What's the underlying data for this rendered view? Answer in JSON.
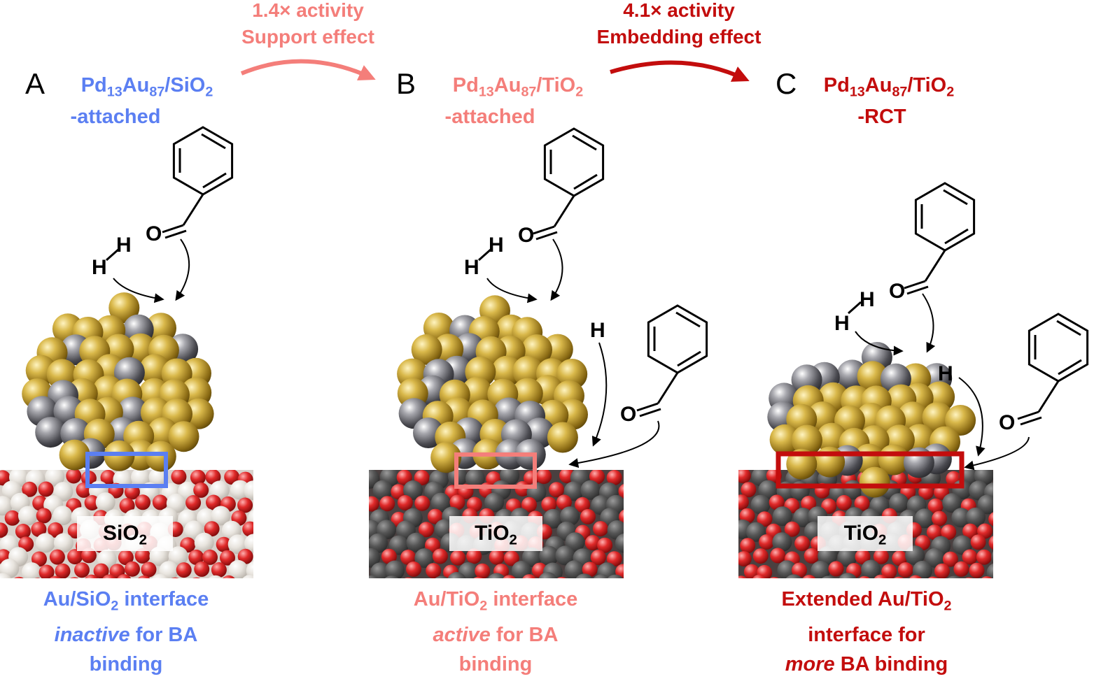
{
  "arrows": {
    "support": {
      "line1": "1.4× activity",
      "line2": "Support effect",
      "color": "#f47e7a"
    },
    "embedding": {
      "line1": "4.1× activity",
      "line2": "Embedding effect",
      "color": "#c30d0d"
    }
  },
  "panels": [
    {
      "letter": "A",
      "formula": {
        "pd": "Pd",
        "pd_sub": "13",
        "au": "Au",
        "au_sub": "87",
        "support": "/SiO",
        "support_sub": "2"
      },
      "variant": "-attached",
      "support_box": {
        "main": "SiO",
        "sub": "2"
      },
      "caption": {
        "l1a": "Au/SiO",
        "l1sub": "2",
        "l1b": " interface",
        "l2a": "inactive",
        "l2b": " for BA",
        "l3": "binding"
      },
      "color": "#5b7ff2"
    },
    {
      "letter": "B",
      "formula": {
        "pd": "Pd",
        "pd_sub": "13",
        "au": "Au",
        "au_sub": "87",
        "support": "/TiO",
        "support_sub": "2"
      },
      "variant": "-attached",
      "support_box": {
        "main": "TiO",
        "sub": "2"
      },
      "caption": {
        "l1a": "Au/TiO",
        "l1sub": "2",
        "l1b": " interface",
        "l2a": "active",
        "l2b": " for BA",
        "l3": "binding"
      },
      "color": "#f47e7a"
    },
    {
      "letter": "C",
      "formula": {
        "pd": "Pd",
        "pd_sub": "13",
        "au": "Au",
        "au_sub": "87",
        "support": "/TiO",
        "support_sub": "2"
      },
      "variant": "-RCT",
      "support_box": {
        "main": "TiO",
        "sub": "2"
      },
      "caption": {
        "l1a": "Extended Au/TiO",
        "l1sub": "2",
        "l2": "interface for",
        "l3a": "more",
        "l3b": " BA binding"
      },
      "color": "#c30d0d"
    }
  ],
  "atoms": {
    "oxygen": "O",
    "hydrogen": "H"
  },
  "colors": {
    "gold": "#c9a83a",
    "palladium": "#7a7a80",
    "oxygen_atom": "#e03a3a",
    "silica_atom": "#e6e2dc",
    "titanium_atom": "#555555"
  }
}
